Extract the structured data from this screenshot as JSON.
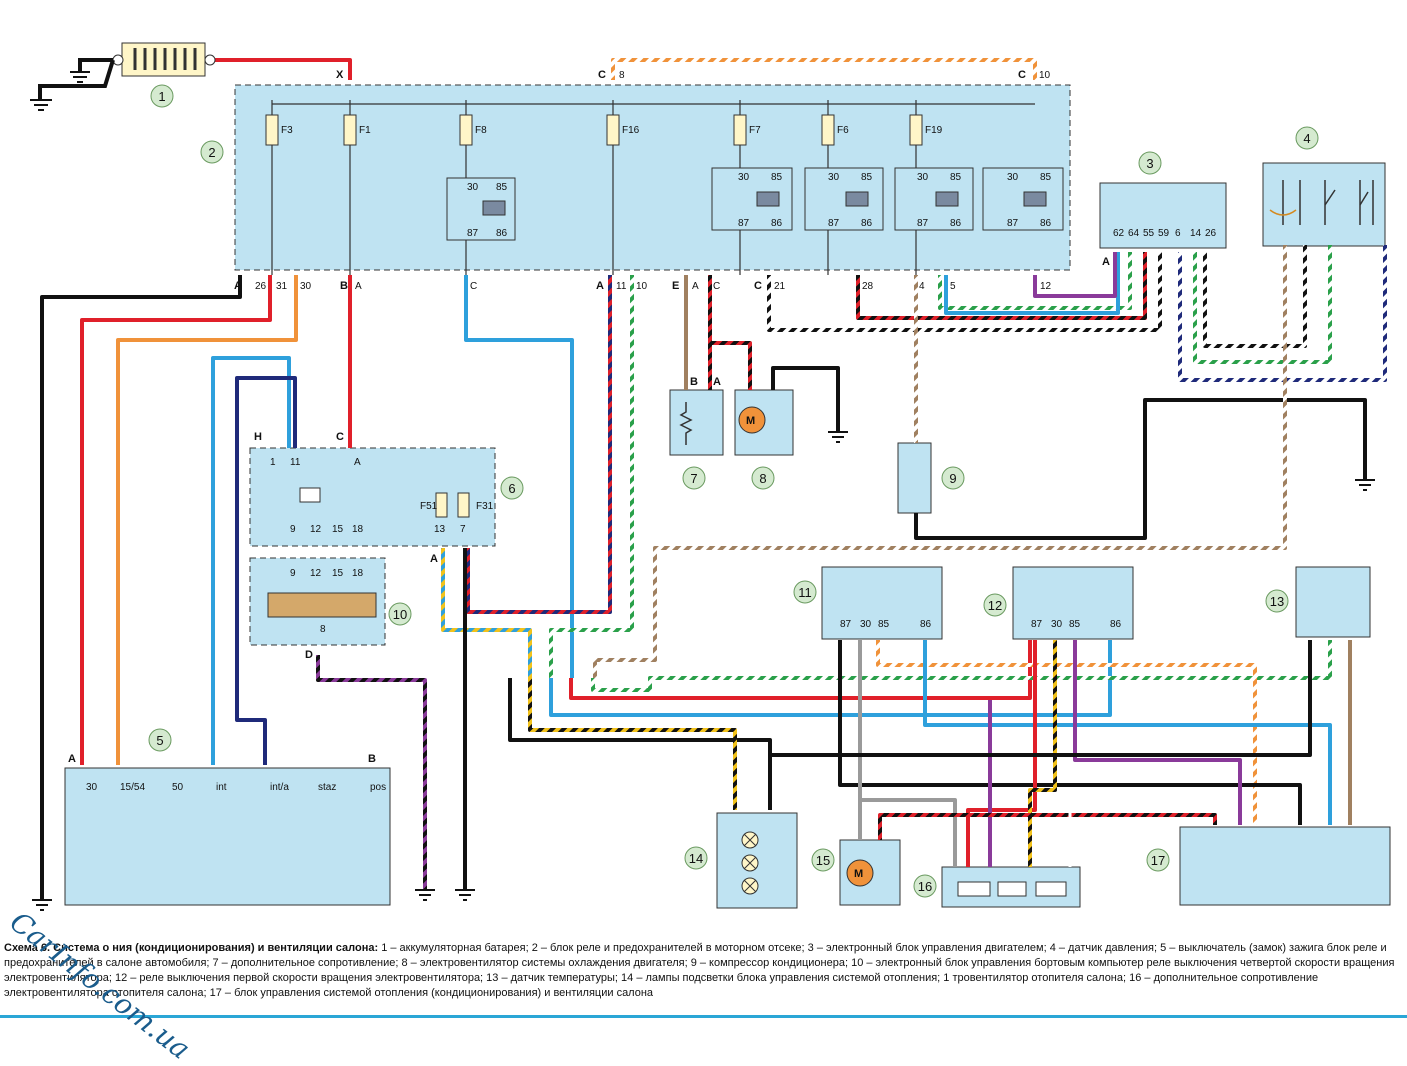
{
  "components": [
    {
      "n": "1"
    },
    {
      "n": "2"
    },
    {
      "n": "3"
    },
    {
      "n": "4"
    },
    {
      "n": "5"
    },
    {
      "n": "6"
    },
    {
      "n": "7"
    },
    {
      "n": "8"
    },
    {
      "n": "9"
    },
    {
      "n": "10"
    },
    {
      "n": "11"
    },
    {
      "n": "12"
    },
    {
      "n": "13"
    },
    {
      "n": "14"
    },
    {
      "n": "15"
    },
    {
      "n": "16"
    },
    {
      "n": "17"
    }
  ],
  "fuses_block2": [
    "F3",
    "F1",
    "F8",
    "F16",
    "F7",
    "F6",
    "F19"
  ],
  "fuses_block6": [
    "F51",
    "F31"
  ],
  "relay_pins": [
    "30",
    "85",
    "87",
    "86"
  ],
  "connectors_block2": {
    "x": "X",
    "c8": "C",
    "c8_pin": "8",
    "c10": "C",
    "c10_pin": "10",
    "bottom": [
      "A",
      "26",
      "31",
      "30",
      "B",
      "A",
      "C",
      "A",
      "11",
      "10",
      "E",
      "A",
      "C",
      "C",
      "21",
      "28",
      "4",
      "5",
      "12"
    ]
  },
  "ecu3_pins": [
    "62",
    "64",
    "55",
    "59",
    "6",
    "14",
    "26"
  ],
  "ecu3_conn": "A",
  "switch5": {
    "conn_a": "A",
    "conn_b": "B",
    "pins": [
      "30",
      "15/54",
      "50",
      "int",
      "int/a",
      "staz",
      "pos"
    ]
  },
  "block6": {
    "conn_h": "H",
    "conn_c": "C",
    "conn_a": "A",
    "top_pins": [
      "1",
      "11",
      "A"
    ],
    "bottom_pins": [
      "9",
      "12",
      "15",
      "18",
      "13",
      "7"
    ]
  },
  "block10": {
    "pins": [
      "9",
      "12",
      "15",
      "18"
    ],
    "out": "8",
    "conn": "D"
  },
  "comp7": {
    "pins": [
      "B",
      "A"
    ]
  },
  "relay11_pins": [
    "87",
    "30",
    "85",
    "86"
  ],
  "relay12_pins": [
    "87",
    "30",
    "85",
    "86"
  ],
  "motor_label": "M",
  "caption": {
    "title": "Схема 6. Система о        ния (кондиционирования) и вентиляции салона:",
    "text": "1 – аккумуляторная батарея; 2 – блок реле и предохранителей в моторном отсеке; 3 – электронный блок управления двигателем; 4 – датчик давления; 5 – выключатель (замок) зажига        блок реле и предохранителей в салоне автомобиля; 7 – дополнительное сопротивление; 8 – электровентилятор системы охлаждения двигателя; 9 – компрессор кондиционера; 10 – электронный блок управления бортовым компьютер      реле выключения четвертой скорости вращения электровентилятора; 12 – реле выключения первой скорости вращения электровентилятора; 13 – датчик температуры; 14 – лампы подсветки блока управления системой отопления; 1        тровентилятор отопителя салона; 16 – дополнительное сопротивление электровентилятора отопителя салона; 17 – блок управления системой отопления (кондиционирования) и вентиляции салона"
  },
  "watermark": "CarInfo.com.ua",
  "colors": {
    "block": "#bfe3f2",
    "fuse": "#fff6c8",
    "module10": "#d4a86a",
    "badge": "#d5ead0",
    "red": "#e0202a",
    "orange": "#f0923a",
    "blue": "#2ea0dc",
    "navy": "#1f2a7a",
    "black": "#111111",
    "green": "#2aa04a",
    "violet": "#8a3a9a",
    "brown": "#a08060",
    "grey": "#9a9a9a",
    "yellow": "#f2c21a",
    "rule": "#2aa6d6"
  }
}
